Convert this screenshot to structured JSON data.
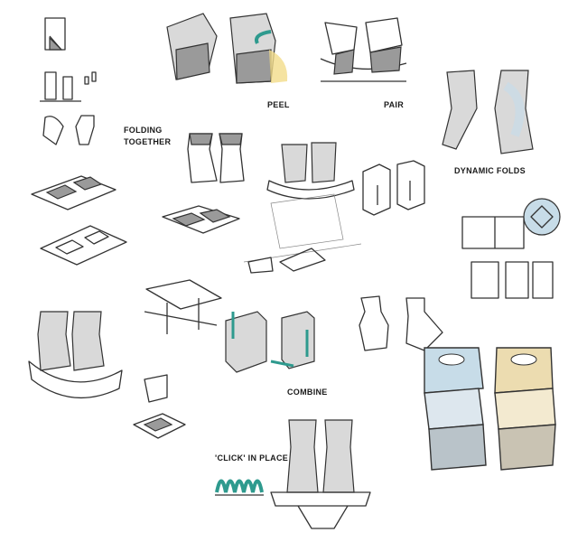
{
  "labels": {
    "peel": "PEEL",
    "pair": "PAIR",
    "folding_line1": "FOLDING",
    "folding_line2": "TOGETHER",
    "dynamic_folds": "DYNAMIC FOLDS",
    "combine": "COMBINE",
    "click_in_place": "'CLICK' IN PLACE"
  },
  "colors": {
    "accent_teal": "#2e9a8e",
    "blue_tint": "#c7dce8",
    "cream_tint": "#ecdcb0",
    "yellow_highlight": "#f3dc8a"
  }
}
